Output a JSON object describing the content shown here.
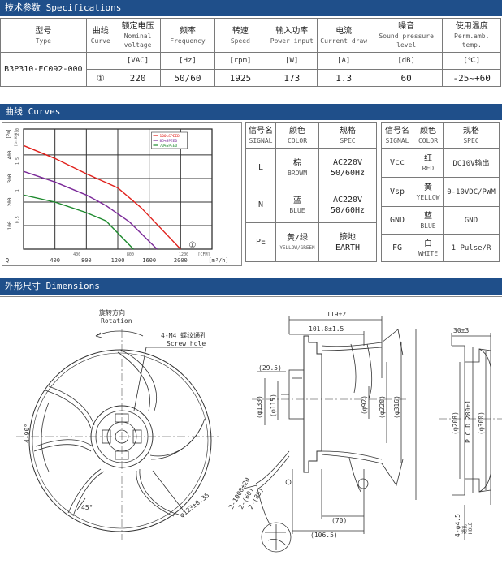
{
  "headers": {
    "specifications": "技术参数 Specifications",
    "curves": "曲线 Curves",
    "dimensions": "外形尺寸 Dimensions"
  },
  "spec_table": {
    "columns": [
      {
        "zh": "型号",
        "en": "Type"
      },
      {
        "zh": "曲线",
        "en": "Curve"
      },
      {
        "zh": "额定电压",
        "en": "Nominal voltage"
      },
      {
        "zh": "频率",
        "en": "Frequency"
      },
      {
        "zh": "转速",
        "en": "Speed"
      },
      {
        "zh": "输入功率",
        "en": "Power input"
      },
      {
        "zh": "电流",
        "en": "Current draw"
      },
      {
        "zh": "噪音",
        "en": "Sound pressure level"
      },
      {
        "zh": "使用温度",
        "en": "Perm.amb. temp."
      }
    ],
    "units": [
      "",
      "",
      "[VAC]",
      "[Hz]",
      "[rpm]",
      "[W]",
      "[A]",
      "[dB]",
      "[℃]"
    ],
    "row": [
      "B3P310-EC092-000",
      "①",
      "220",
      "50/60",
      "1925",
      "173",
      "1.3",
      "60",
      "-25~+60"
    ]
  },
  "chart_data": {
    "type": "line",
    "xlabel": "[m³/h]",
    "x2label": "[CFM]",
    "ylabel": "[Pa]",
    "y2label": "[in.H2O]",
    "xlim": [
      0,
      2400
    ],
    "ylim": [
      0,
      510
    ],
    "xticks": [
      "Q",
      "400",
      "800",
      "1200",
      "1600",
      "2000",
      "[m³/h]"
    ],
    "cfm_ticks": [
      "400",
      "800",
      "1200"
    ],
    "yticks": [
      "100",
      "200",
      "300",
      "400"
    ],
    "y2ticks": [
      "0.5",
      "1",
      "1.5",
      "2.0"
    ],
    "grid": true,
    "legend_position": "top-right",
    "curve_marker": "①",
    "series": [
      {
        "name": "100%SPEED",
        "color": "#e0201b",
        "x": [
          0,
          400,
          800,
          1200,
          1500,
          1800,
          2000
        ],
        "y": [
          440,
          385,
          320,
          260,
          175,
          70,
          0
        ]
      },
      {
        "name": "85%SPEED",
        "color": "#7b2a99",
        "x": [
          0,
          400,
          800,
          1050,
          1350,
          1700
        ],
        "y": [
          330,
          285,
          230,
          185,
          115,
          0
        ]
      },
      {
        "name": "70%SPEED",
        "color": "#1e8a2e",
        "x": [
          0,
          400,
          800,
          1050,
          1400
        ],
        "y": [
          230,
          200,
          155,
          120,
          0
        ]
      }
    ]
  },
  "signal_left": {
    "headers": [
      {
        "zh": "信号名",
        "en": "SIGNAL"
      },
      {
        "zh": "颜色",
        "en": "COLOR"
      },
      {
        "zh": "规格",
        "en": "SPEC"
      }
    ],
    "rows": [
      {
        "signal": "L",
        "color_zh": "棕",
        "color_en": "BROWM",
        "spec1": "AC220V",
        "spec2": "50/60Hz"
      },
      {
        "signal": "N",
        "color_zh": "蓝",
        "color_en": "BLUE",
        "spec1": "AC220V",
        "spec2": "50/60Hz"
      },
      {
        "signal": "PE",
        "color_zh": "黄/绿",
        "color_en": "YELLOW/GREEN",
        "spec1": "接地",
        "spec2": "EARTH"
      }
    ]
  },
  "signal_right": {
    "headers": [
      {
        "zh": "信号名",
        "en": "SIGNAL"
      },
      {
        "zh": "颜色",
        "en": "COLOR"
      },
      {
        "zh": "规格",
        "en": "SPEC"
      }
    ],
    "rows": [
      {
        "signal": "Vcc",
        "color_zh": "红",
        "color_en": "RED",
        "spec": "DC10V输出"
      },
      {
        "signal": "Vsp",
        "color_zh": "黄",
        "color_en": "YELLOW",
        "spec": "0-10VDC/PWM"
      },
      {
        "signal": "GND",
        "color_zh": "蓝",
        "color_en": "BLUE",
        "spec": "GND"
      },
      {
        "signal": "FG",
        "color_zh": "白",
        "color_en": "WHITE",
        "spec": "1 Pulse/R"
      }
    ]
  },
  "dimensions": {
    "rotation_zh": "旋转方向",
    "rotation_en": "Rotation",
    "screw_zh": "4-M4 螺纹通孔",
    "screw_en": "Screw hole",
    "angle_4x90": "4-90°",
    "angle_45": "45°",
    "pcd": "φ123±0.35",
    "d_119": "119±2",
    "d_101": "101.8±1.5",
    "d_29": "(29.5)",
    "d_133": "(φ133)",
    "d_115": "(φ115)",
    "d_92": "(φ92)",
    "d_220": "(φ220)",
    "d_316": "(φ316)",
    "d_1000": "2-1000±20",
    "d_60": "2-(60)",
    "d_85": "2-(85)",
    "d_70": "(70)",
    "d_106": "(106.5)",
    "d_30": "30±3",
    "d_208": "(φ208)",
    "d_pcd280": "P.C.D 280±1",
    "d_300": "(φ300)",
    "hole": "4-φ4.5",
    "hole_zh": "通孔",
    "hole_en": "HOLE"
  }
}
